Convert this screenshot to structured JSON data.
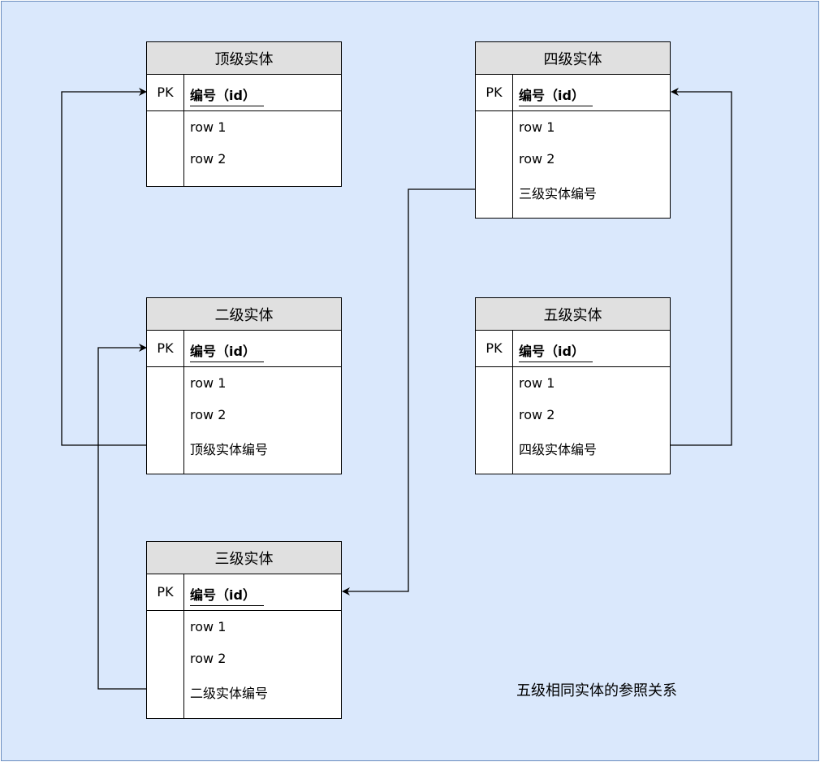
{
  "diagram": {
    "caption": "五级相同实体的参照关系",
    "pk_label": "PK",
    "entities": {
      "top": {
        "title": "顶级实体",
        "pk_field": "编号（id）",
        "fields": [
          "row 1",
          "row 2"
        ]
      },
      "second": {
        "title": "二级实体",
        "pk_field": "编号（id）",
        "fields": [
          "row 1",
          "row 2",
          "顶级实体编号"
        ]
      },
      "third": {
        "title": "三级实体",
        "pk_field": "编号（id）",
        "fields": [
          "row 1",
          "row 2",
          "二级实体编号"
        ]
      },
      "fourth": {
        "title": "四级实体",
        "pk_field": "编号（id）",
        "fields": [
          "row 1",
          "row 2",
          "三级实体编号"
        ]
      },
      "fifth": {
        "title": "五级实体",
        "pk_field": "编号（id）",
        "fields": [
          "row 1",
          "row 2",
          "四级实体编号"
        ]
      }
    },
    "colors": {
      "background": "#dae8fc",
      "border": "#6c8ebf",
      "header": "#e0e0e0",
      "line": "#000000"
    }
  }
}
